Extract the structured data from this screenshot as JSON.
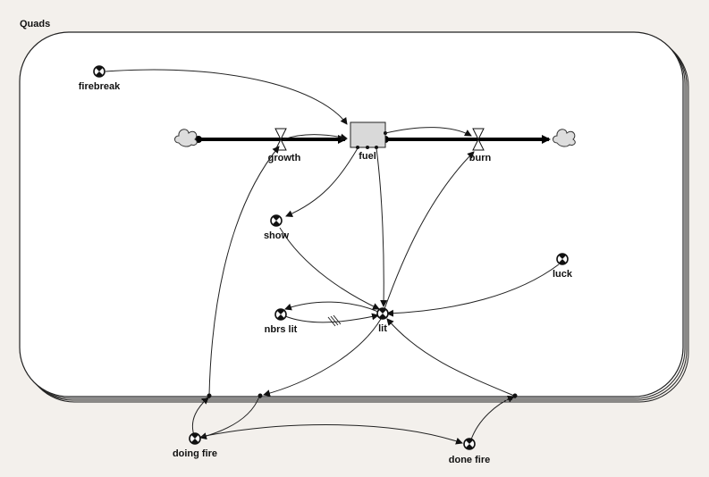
{
  "sector": {
    "title": "Quads"
  },
  "stock": {
    "label": "fuel"
  },
  "flows": {
    "growth": "growth",
    "burn": "burn"
  },
  "converters": {
    "firebreak": "firebreak",
    "show": "show",
    "luck": "luck",
    "nbrs_lit": "nbrs lit",
    "lit": "lit",
    "doing_fire": "doing fire",
    "done_fire": "done fire"
  },
  "icons": {
    "source": "cloud-icon",
    "sink": "cloud-icon",
    "converter": "converter-icon",
    "valve": "valve-icon",
    "delay": "delay-mark-icon"
  }
}
